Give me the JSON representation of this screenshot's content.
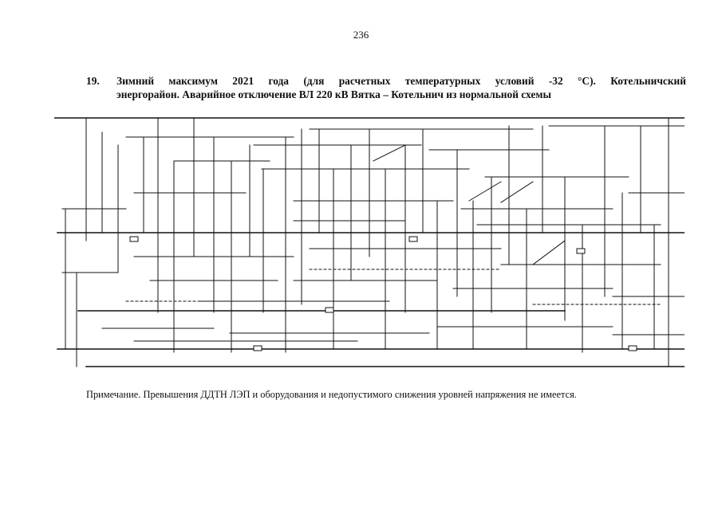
{
  "page_number": "236",
  "heading": {
    "number": "19.",
    "line1": "Зимний максимум 2021 года (для расчетных температурных условий -32 °С). Котельничский",
    "line2": "энергорайон. Аварийное отключение ВЛ 220 кВ Вятка – Котельнич из нормальной схемы"
  },
  "note": "Примечание. Превышения ДДТН ЛЭП и оборудования и недопустимого снижения уровней напряжения не имеется.",
  "colors": {
    "ink": "#111111",
    "paper": "#ffffff"
  }
}
